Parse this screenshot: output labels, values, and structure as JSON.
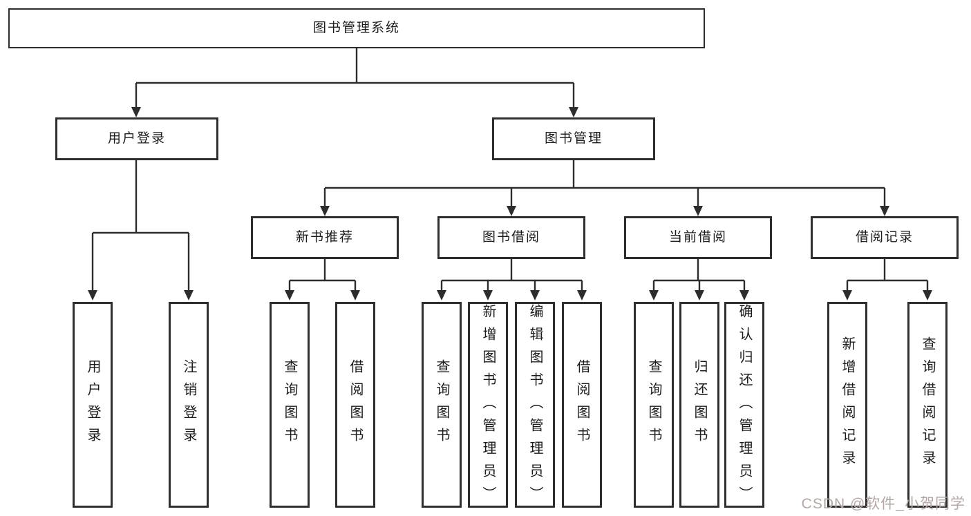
{
  "diagram_title": "图书管理系统",
  "tree": {
    "root": {
      "label": "图书管理系统",
      "children": [
        {
          "label": "用户登录",
          "children": [
            {
              "label": "用户登录"
            },
            {
              "label": "注销登录"
            }
          ]
        },
        {
          "label": "图书管理",
          "children": [
            {
              "label": "新书推荐",
              "children": [
                {
                  "label": "查询图书"
                },
                {
                  "label": "借阅图书"
                }
              ]
            },
            {
              "label": "图书借阅",
              "children": [
                {
                  "label": "查询图书"
                },
                {
                  "label": "新增图书（管理员）"
                },
                {
                  "label": "编辑图书（管理员）"
                },
                {
                  "label": "借阅图书"
                }
              ]
            },
            {
              "label": "当前借阅",
              "children": [
                {
                  "label": "查询图书"
                },
                {
                  "label": "归还图书"
                },
                {
                  "label": "确认归还（管理员）"
                }
              ]
            },
            {
              "label": "借阅记录",
              "children": [
                {
                  "label": "新增借阅记录"
                },
                {
                  "label": "查询借阅记录"
                }
              ]
            }
          ]
        }
      ]
    }
  },
  "colors": {
    "background": "#ffffff",
    "box_border": "#2d2d2d",
    "connector_line": "#2d2d2d",
    "text": "#1c1c1c",
    "watermark": "#b3a7a5"
  },
  "watermark": {
    "text": "CSDN @软件_小贺同学"
  }
}
